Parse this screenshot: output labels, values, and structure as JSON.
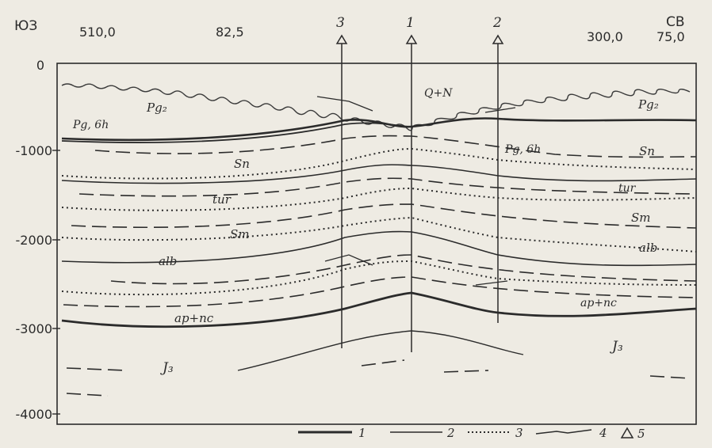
{
  "directions": {
    "left": "ЮЗ",
    "right": "СВ"
  },
  "top_values": [
    "510,0",
    "82,5",
    "300,0",
    "75,0"
  ],
  "wells": [
    "3",
    "1",
    "2"
  ],
  "depth_labels": [
    "0",
    "-1000",
    "-2000",
    "-3000",
    "-4000"
  ],
  "unit_labels": [
    "Pg₂",
    "Pg₂",
    "Pg, 6h",
    "Pg, 6h",
    "Q+N",
    "Sn",
    "Sn",
    "tur",
    "tur",
    "Sm",
    "Sm",
    "alb",
    "alb",
    "ap+nc",
    "ap+nc",
    "J₃",
    "J₃"
  ],
  "legend": [
    "1",
    "2",
    "3",
    "4",
    "5"
  ]
}
